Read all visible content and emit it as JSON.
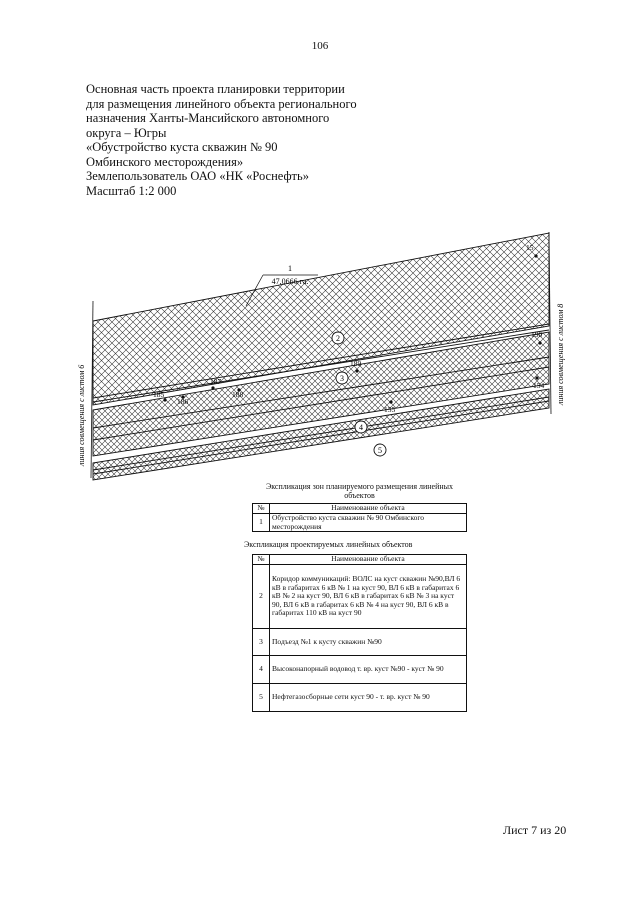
{
  "page_number": "106",
  "header_lines": [
    "Основная часть проекта планировки территории",
    "для размещения линейного объекта регионального",
    "назначения Ханты-Мансийского автономного",
    "округа – Югры",
    "«Обустройство куста скважин № 90",
    "Омбинского месторождения»",
    "Землепользователь ОАО «НК «Роснефть»",
    "Масштаб 1:2 000"
  ],
  "map": {
    "zone_label": "1",
    "zone_area": "47,0666 га.",
    "left_match_line": "линия совмещения с листом 6",
    "right_match_line": "линия совмещения с листом 8",
    "object_markers": [
      "2",
      "3",
      "4",
      "5"
    ],
    "points": [
      "15",
      "190",
      "189",
      "154",
      "187",
      "188",
      "185",
      "186",
      "155"
    ]
  },
  "table1": {
    "title": "Экспликация зон планируемого размещения линейных объектов",
    "col_no": "№",
    "col_name": "Наименование объекта",
    "rows": [
      {
        "no": "1",
        "name": "Обустройство куста скважин № 90 Омбинского месторождения"
      }
    ]
  },
  "table2": {
    "title": "Экспликация проектируемых линейных объектов",
    "col_no": "№",
    "col_name": "Наименование объекта",
    "rows": [
      {
        "no": "2",
        "name": "Коридор коммуникаций: ВОЛС на куст скважин №90,ВЛ 6 кВ в габаритах 6 кВ № 1 на куст 90, ВЛ 6 кВ в габаритах 6 кВ № 2 на куст 90, ВЛ 6 кВ в габаритах 6 кВ № 3 на куст 90, ВЛ 6 кВ в габаритах 6 кВ № 4 на куст 90, ВЛ 6 кВ в габаритах 110 кВ на куст 90"
      },
      {
        "no": "3",
        "name": "Подъезд №1 к кусту скважин №90"
      },
      {
        "no": "4",
        "name": "Высоконапорный водовод т. вр. куст №90 - куст № 90"
      },
      {
        "no": "5",
        "name": "Нефтегазосборные сети куст 90 - т. вр. куст № 90"
      }
    ]
  },
  "footer": "Лист 7 из 20"
}
